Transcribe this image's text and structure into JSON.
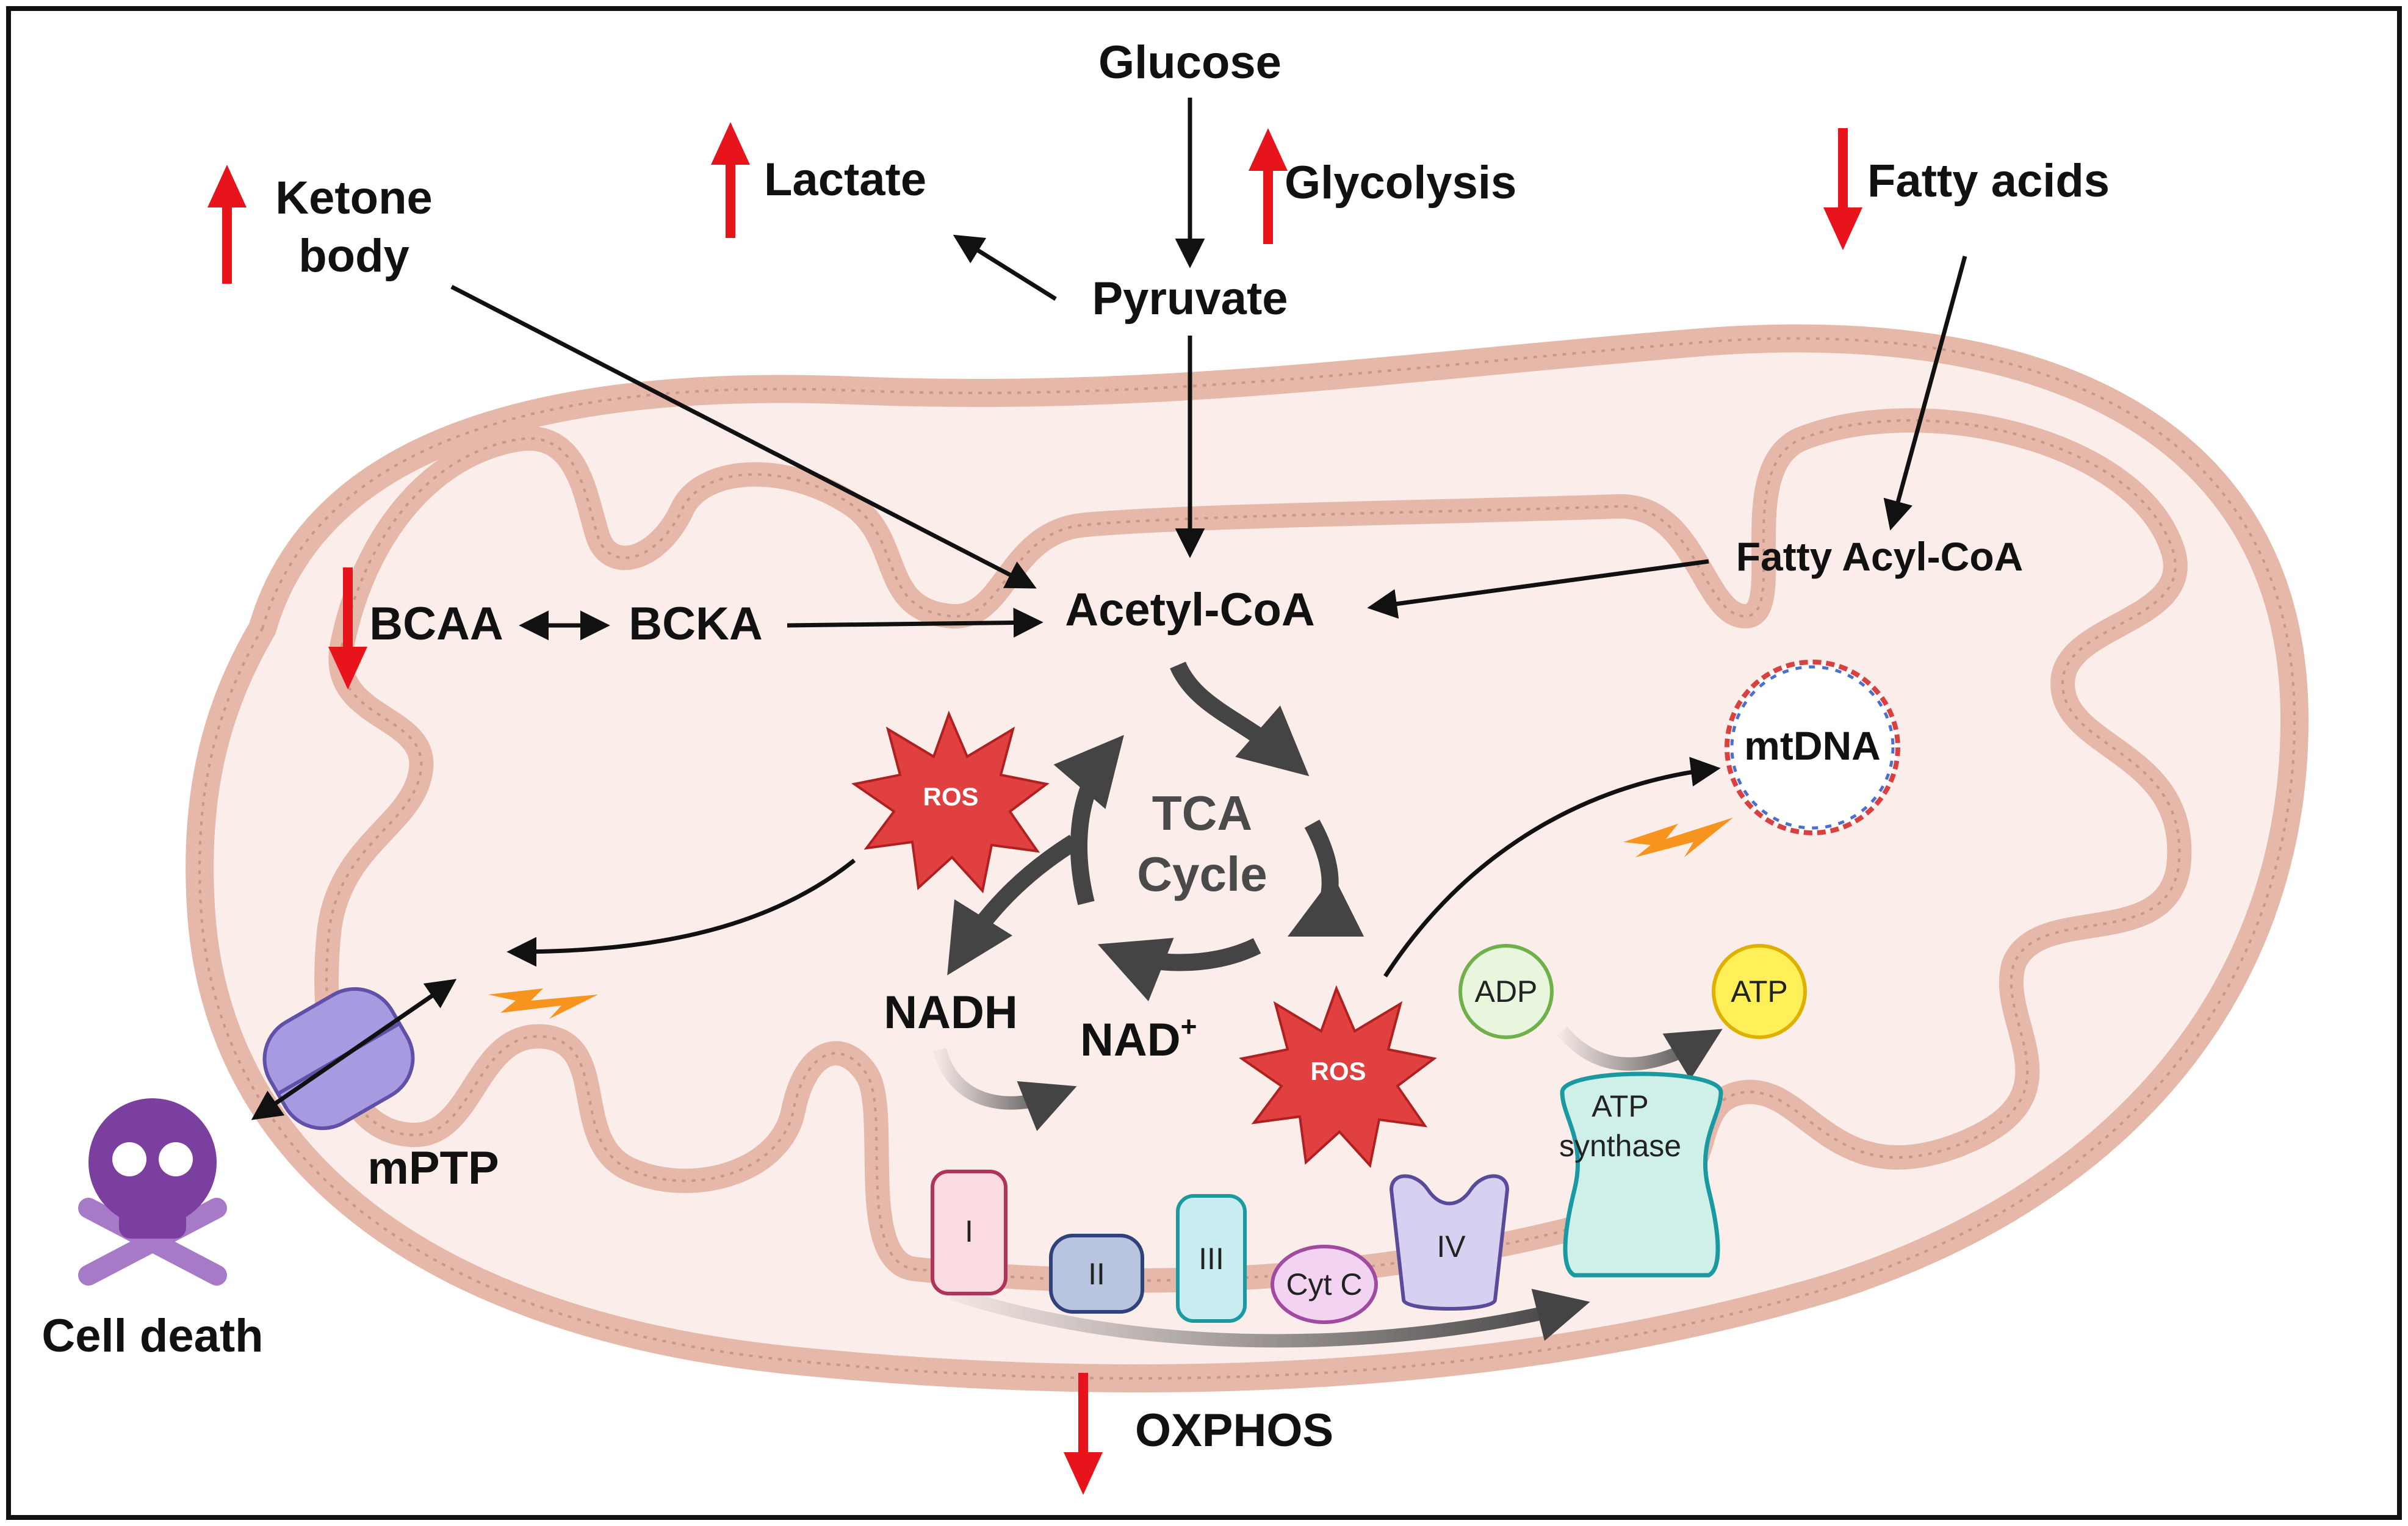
{
  "metabolites": {
    "glucose": "Glucose",
    "glycolysis": "Glycolysis",
    "lactate": "Lactate",
    "pyruvate": "Pyruvate",
    "ketone_line1": "Ketone",
    "ketone_line2": "body",
    "fatty_acids": "Fatty acids",
    "fatty_acyl_coa": "Fatty Acyl-CoA",
    "acetyl_coa": "Acetyl-CoA",
    "bcaa": "BCAA",
    "bcka": "BCKA",
    "nadh": "NADH",
    "nad": "NAD",
    "nad_sup": "+",
    "mtdna": "mtDNA",
    "adp": "ADP",
    "atp": "ATP",
    "atp_synthase_line1": "ATP",
    "atp_synthase_line2": "synthase",
    "mptp": "mPTP",
    "cell_death": "Cell death",
    "oxphos": "OXPHOS"
  },
  "tca": {
    "line1": "TCA",
    "line2": "Cycle"
  },
  "ros": {
    "label": "ROS"
  },
  "complexes": {
    "c1": "I",
    "c2": "II",
    "c3": "III",
    "cytc": "Cyt C",
    "c4": "IV"
  },
  "colors": {
    "up_down_arrow": "#e8141b",
    "membrane": "#e6b8aa",
    "membrane_fill": "#fbeeea",
    "ros": "#e04040",
    "skull": "#7b3fa0",
    "mptp": "#a79ae0",
    "lightning": "#f7941d"
  },
  "icons": [
    "skull-crossbones-icon",
    "lightning-icon",
    "ros-burst-icon",
    "mtdna-circle-icon"
  ]
}
